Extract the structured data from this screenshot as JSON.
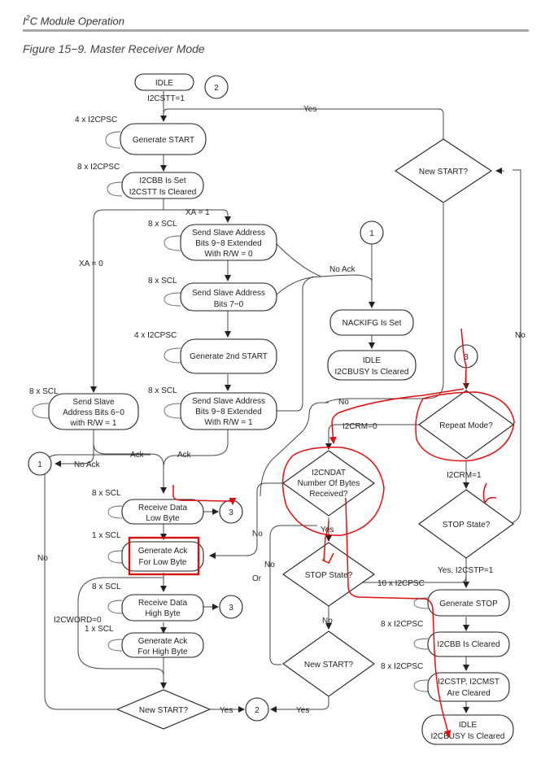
{
  "header": {
    "prefix": "I",
    "sup": "2",
    "rest": "C Module Operation"
  },
  "figure_caption": "Figure 15−9.  Master Receiver Mode",
  "nodes": {
    "idle_top": "IDLE",
    "i2cstt1": "I2CSTT=1",
    "gen_start": "Generate START",
    "cbb_set_1": "I2CBB Is Set",
    "cbb_set_2": "I2CSTT Is Cleared",
    "ssa10_1": "Send Slave Address",
    "ssa10_2": "Bits 9−8 Extended",
    "ssa10_3": "With R/W = 0",
    "ssa70_1": "Send Slave Address",
    "ssa70_2": "Bits 7−0",
    "gen_2nd": "Generate 2nd START",
    "ssa98_1": "Send Slave Address",
    "ssa98_2": "Bits 9−8 Extended",
    "ssa98_3": "With R/W = 1",
    "ssa7_1": "Send Slave",
    "ssa7_2": "Address Bits 6−0",
    "ssa7_3": "with R/W = 1",
    "nackifg": "NACKIFG Is Set",
    "idle_mid_1": "IDLE",
    "idle_mid_2": "I2CBUSY Is Cleared",
    "rx_low_1": "Receive Data",
    "rx_low_2": "Low Byte",
    "ack_low_1": "Generate Ack",
    "ack_low_2": "For Low Byte",
    "rx_high_1": "Receive Data",
    "rx_high_2": "High Byte",
    "ack_high_1": "Generate Ack",
    "ack_high_2": "For High Byte",
    "gen_stop": "Generate STOP",
    "cbb_clr": "I2CBB Is Cleared",
    "stp_clr_1": "I2CSTP, I2CMST",
    "stp_clr_2": "Are Cleared",
    "idle_bot_1": "IDLE",
    "idle_bot_2": "I2CBUSY Is Cleared"
  },
  "decisions": {
    "new_start_right": "New START?",
    "repeat_mode": "Repeat Mode?",
    "cndat_1": "I2CNDAT",
    "cndat_2": "Number Of Bytes",
    "cndat_3": "Received?",
    "stop_state_right": "STOP State?",
    "stop_state_mid": "STOP State?",
    "new_start_mid": "New START?",
    "new_start_bottom": "New START?"
  },
  "connectors": {
    "c2_top": "2",
    "c1_right": "1",
    "c1_left": "1",
    "c3_rx_low": "3",
    "c3_rx_high": "3",
    "c3_top": "3",
    "c2_bottom": "2"
  },
  "labels": {
    "pre_gen_start": "4 x I2CPSC",
    "pre_cbb": "8 x I2CPSC",
    "pre_ssa10": "8 x SCL",
    "pre_ssa70": "8 x SCL",
    "pre_gen2nd": "4 x I2CPSC",
    "pre_ssa98": "8 x SCL",
    "pre_ssa7": "8 x SCL",
    "pre_rx_low": "8 x SCL",
    "pre_ack_low": "1 x SCL",
    "pre_rx_high": "8 x SCL",
    "pre_ack_high": "1 x SCL",
    "i2cword0": "I2CWORD=0",
    "pre_gen_stop": "10 x I2CPSC",
    "pre_cbb_clr": "8 x I2CPSC",
    "pre_stp_clr": "8 x I2CPSC",
    "xa1": "XA = 1",
    "xa0": "XA = 0",
    "no_ack_right": "No Ack",
    "no_ack_left": "No Ack",
    "ack1": "Ack",
    "ack2": "Ack",
    "yes_top": "Yes",
    "no_right": "No",
    "no_mid_top": "No",
    "i2crm0": "I2CRM=0",
    "i2crm1": "I2CRM=1",
    "yes_cstp": "Yes, I2CSTP=1",
    "yes_cndat": "Yes",
    "no_cndat": "No",
    "or": "Or",
    "no_left_long": "No",
    "no_stop_mid": "No",
    "no_cndat_left": "No",
    "yes_bottom1": "Yes",
    "yes_bottom2": "Yes"
  }
}
